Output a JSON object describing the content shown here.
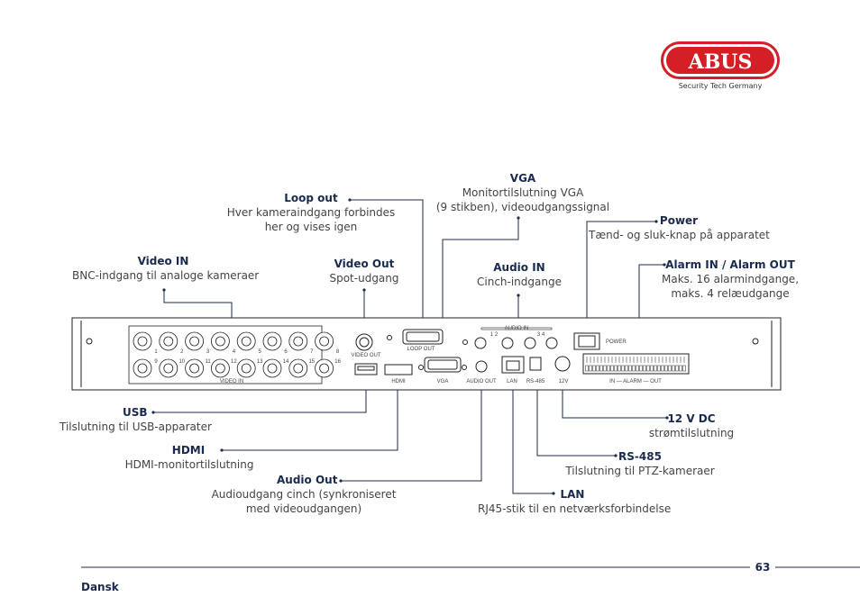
{
  "brand": {
    "logo_text": "ABUS",
    "tagline": "Security Tech Germany",
    "colors": {
      "logo_red": "#d51f26",
      "navy": "#1a2a4f",
      "line": "#1e2d4a"
    }
  },
  "callouts": {
    "vga": {
      "title": "VGA",
      "desc1": "Monitortilslutning VGA",
      "desc2": "(9 stikben), videoudgangssignal"
    },
    "loop_out": {
      "title": "Loop out",
      "desc1": "Hver kameraindgang forbindes",
      "desc2": "her og vises igen"
    },
    "power": {
      "title": "Power",
      "desc1": "Tænd- og sluk-knap på apparatet"
    },
    "video_in": {
      "title": "Video IN",
      "desc1": "BNC-indgang til analoge kameraer"
    },
    "video_out": {
      "title": "Video Out",
      "desc1": "Spot-udgang"
    },
    "audio_in": {
      "title": "Audio IN",
      "desc1": "Cinch-indgange"
    },
    "alarm": {
      "title": "Alarm IN / Alarm OUT",
      "desc1": "Maks. 16 alarmindgange,",
      "desc2": "maks. 4 relæudgange"
    },
    "usb": {
      "title": "USB",
      "desc1": "Tilslutning til USB-apparater"
    },
    "hdmi": {
      "title": "HDMI",
      "desc1": "HDMI-monitortilslutning"
    },
    "audio_out": {
      "title": "Audio Out",
      "desc1": "Audioudgang cinch (synkroniseret",
      "desc2": "med videoudgangen)"
    },
    "v12": {
      "title": "12 V DC",
      "desc1": "strømtilslutning"
    },
    "rs485": {
      "title": "RS-485",
      "desc1": "Tilslutning til PTZ-kameraer"
    },
    "lan": {
      "title": "LAN",
      "desc1": "RJ45-stik til en netværksforbindelse"
    }
  },
  "device_labels": {
    "video_in": "VIDEO IN",
    "video_out": "VIDEO OUT",
    "loop_out": "LOOP OUT",
    "hdmi": "HDMI",
    "vga": "VGA",
    "audio_in": "AUDIO IN",
    "audio_out": "AUDIO OUT",
    "lan": "LAN",
    "rs485": "RS-485",
    "v12": "12V",
    "power": "POWER",
    "alarm": "IN — ALARM — OUT",
    "audio_nums_a": "1  2",
    "audio_nums_b": "3  4",
    "bnc_top": [
      "1",
      "2",
      "3",
      "4",
      "5",
      "6",
      "7",
      "8"
    ],
    "bnc_bottom": [
      "9",
      "10",
      "11",
      "12",
      "13",
      "14",
      "15",
      "16"
    ]
  },
  "footer": {
    "language": "Dansk",
    "page_number": "63"
  }
}
